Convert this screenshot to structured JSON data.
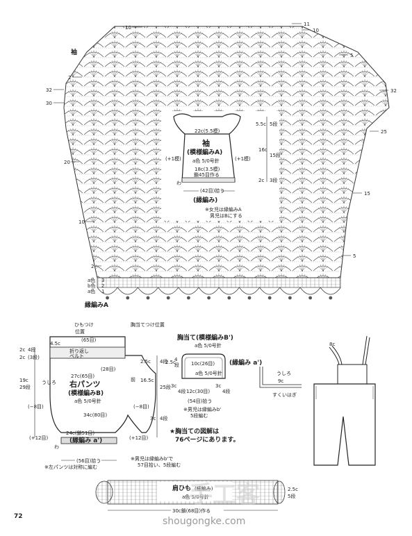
{
  "page_number": "72",
  "watermark": {
    "url": "shougongke.com",
    "logo_text": "手工客"
  },
  "sleeve_chart": {
    "title": "袖",
    "edge_label": "縁編みA",
    "row_labels_left": [
      "32",
      "30",
      "2",
      "20",
      "10",
      "2"
    ],
    "row_labels_right": [
      "11",
      "10",
      "5",
      "32",
      "25",
      "15",
      "5"
    ],
    "edge_rows": [
      "a色",
      "b色",
      "a色"
    ],
    "edge_row_nums": [
      "3",
      "2",
      "1"
    ],
    "top_left_num": "10"
  },
  "sleeve_schematic": {
    "title": "袖",
    "pattern": "(模様編みA)",
    "width_top": "22c(5.5模)",
    "yarn": "a色  5/0号針",
    "start": "18c(3.5模)",
    "start_note": "鎖45目作る",
    "pickup": "(42目)拾う",
    "edge": "(縁編み)",
    "inc_left": "(+1模)",
    "inc_right": "(+1模)",
    "side_top": "5.5c",
    "side_top_rows": "5段",
    "side_mid": "16c",
    "side_mid_rows": "15段",
    "side_bot": "2c",
    "side_bot_rows": "3段",
    "wa": "わ",
    "note1": "※女児は縁編みA",
    "note2": "男児はBにする"
  },
  "pants": {
    "title": "右パンツ",
    "pattern": "(模様編みB)",
    "yarn": "a色  5/0号針",
    "himo": "ひもつけ",
    "himo2": "位置",
    "muneate": "胸当てつけ位置",
    "belt": "(65目)",
    "belt_label": "折り返し",
    "belt_label2": "ベルト",
    "belt_width": "4.5c",
    "top_rows": "(28目)",
    "mid_width": "27c(65目)",
    "waist_width": "34c(80目)",
    "hem_width": "24c(鎖51目)",
    "hem_edge": "(縁編み a')",
    "pick": "(56目)拾う",
    "side_left_top": "2c",
    "side_left_top_rows": "4段",
    "side_left_mid": "2c",
    "side_left_mid_rows": "(3段)",
    "ushiro": "うしろ",
    "side_left_total": "19c",
    "side_left_total_rows": "29段",
    "mae": "前",
    "side_right_top": "2.5c",
    "side_right_top_rows": "4段",
    "side_right_total": "16.5c",
    "side_right_total_rows": "25段",
    "side_right_bot": "3c",
    "side_right_bot_rows": "4段",
    "dec_left": "(−8目)",
    "dec_right": "(−8目)",
    "inc_left": "(+12目)",
    "inc_right": "(+12目)",
    "wa": "わ",
    "note_boy": "※男児は縁編みb'で",
    "note_boy2": "57目拾い、5段編む",
    "note_left": "※左パンツは対称に編む"
  },
  "bib": {
    "title": "胸当て(模様編みB')",
    "yarn": "a色  5/0号針",
    "top": "10c(26目)",
    "width": "12c(30目)",
    "pick": "(54目)拾う",
    "edge": "(縁編み a')",
    "side_top": "4",
    "side": "段",
    "side_c": "2.5c",
    "bot_c": "3c",
    "bot_rows": "4段",
    "bot_c2": "3c",
    "bot_rows2": "4段",
    "note_boy": "※男児は縁編みb'",
    "note_boy2": "5段編む",
    "ref": "★胸当ての図解は",
    "ref2": "76ページにあります。"
  },
  "detail": {
    "label1": "うしろ",
    "label2": "9c",
    "label3": "すくいはぎ"
  },
  "overall": {
    "strap_len": "8c"
  },
  "strap": {
    "title": "肩ひも",
    "pattern": "(細編み)",
    "yarn": "a色  5/0号針",
    "length": "30c鎖(68目)作る",
    "height": "2.5c",
    "rows": "5段"
  }
}
